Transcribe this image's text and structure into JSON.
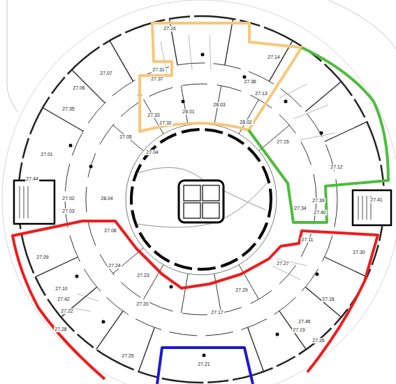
{
  "diagram": {
    "labels": [
      "27.16",
      "27.14",
      "27.31",
      "27.07",
      "27.06",
      "27.37",
      "27.36",
      "27.13",
      "27.35",
      "27.33",
      "28.03",
      "28.01",
      "27.32",
      "28.02",
      "27.05",
      "27.04",
      "27.15",
      "27.12",
      "27.01",
      "27.44",
      "27.02",
      "28.04",
      "27.03",
      "27.34",
      "27.39",
      "27.40",
      "27.41",
      "27.08",
      "27.11",
      "27.30",
      "27.09",
      "27.24",
      "27.23",
      "27.27",
      "27.29",
      "27.18",
      "27.10",
      "27.42",
      "27.22",
      "27.20",
      "27.17",
      "27.46",
      "27.19",
      "27.26",
      "27.28",
      "27.25",
      "27.21"
    ]
  }
}
